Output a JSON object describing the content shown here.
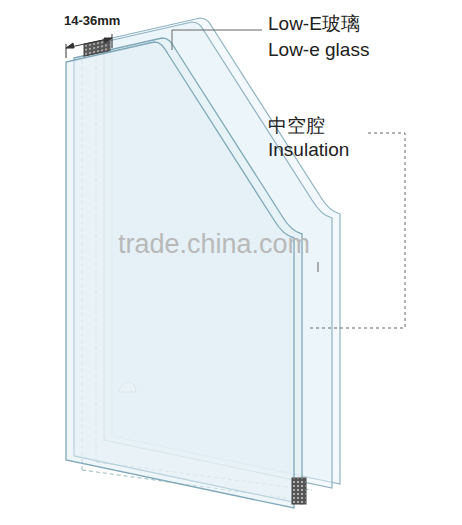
{
  "diagram": {
    "labels": [
      "14-36mm",
      "Low-E玻璃",
      "Low-e glass",
      "中空腔",
      "Insulation",
      "trade.china.com"
    ]
  }
}
